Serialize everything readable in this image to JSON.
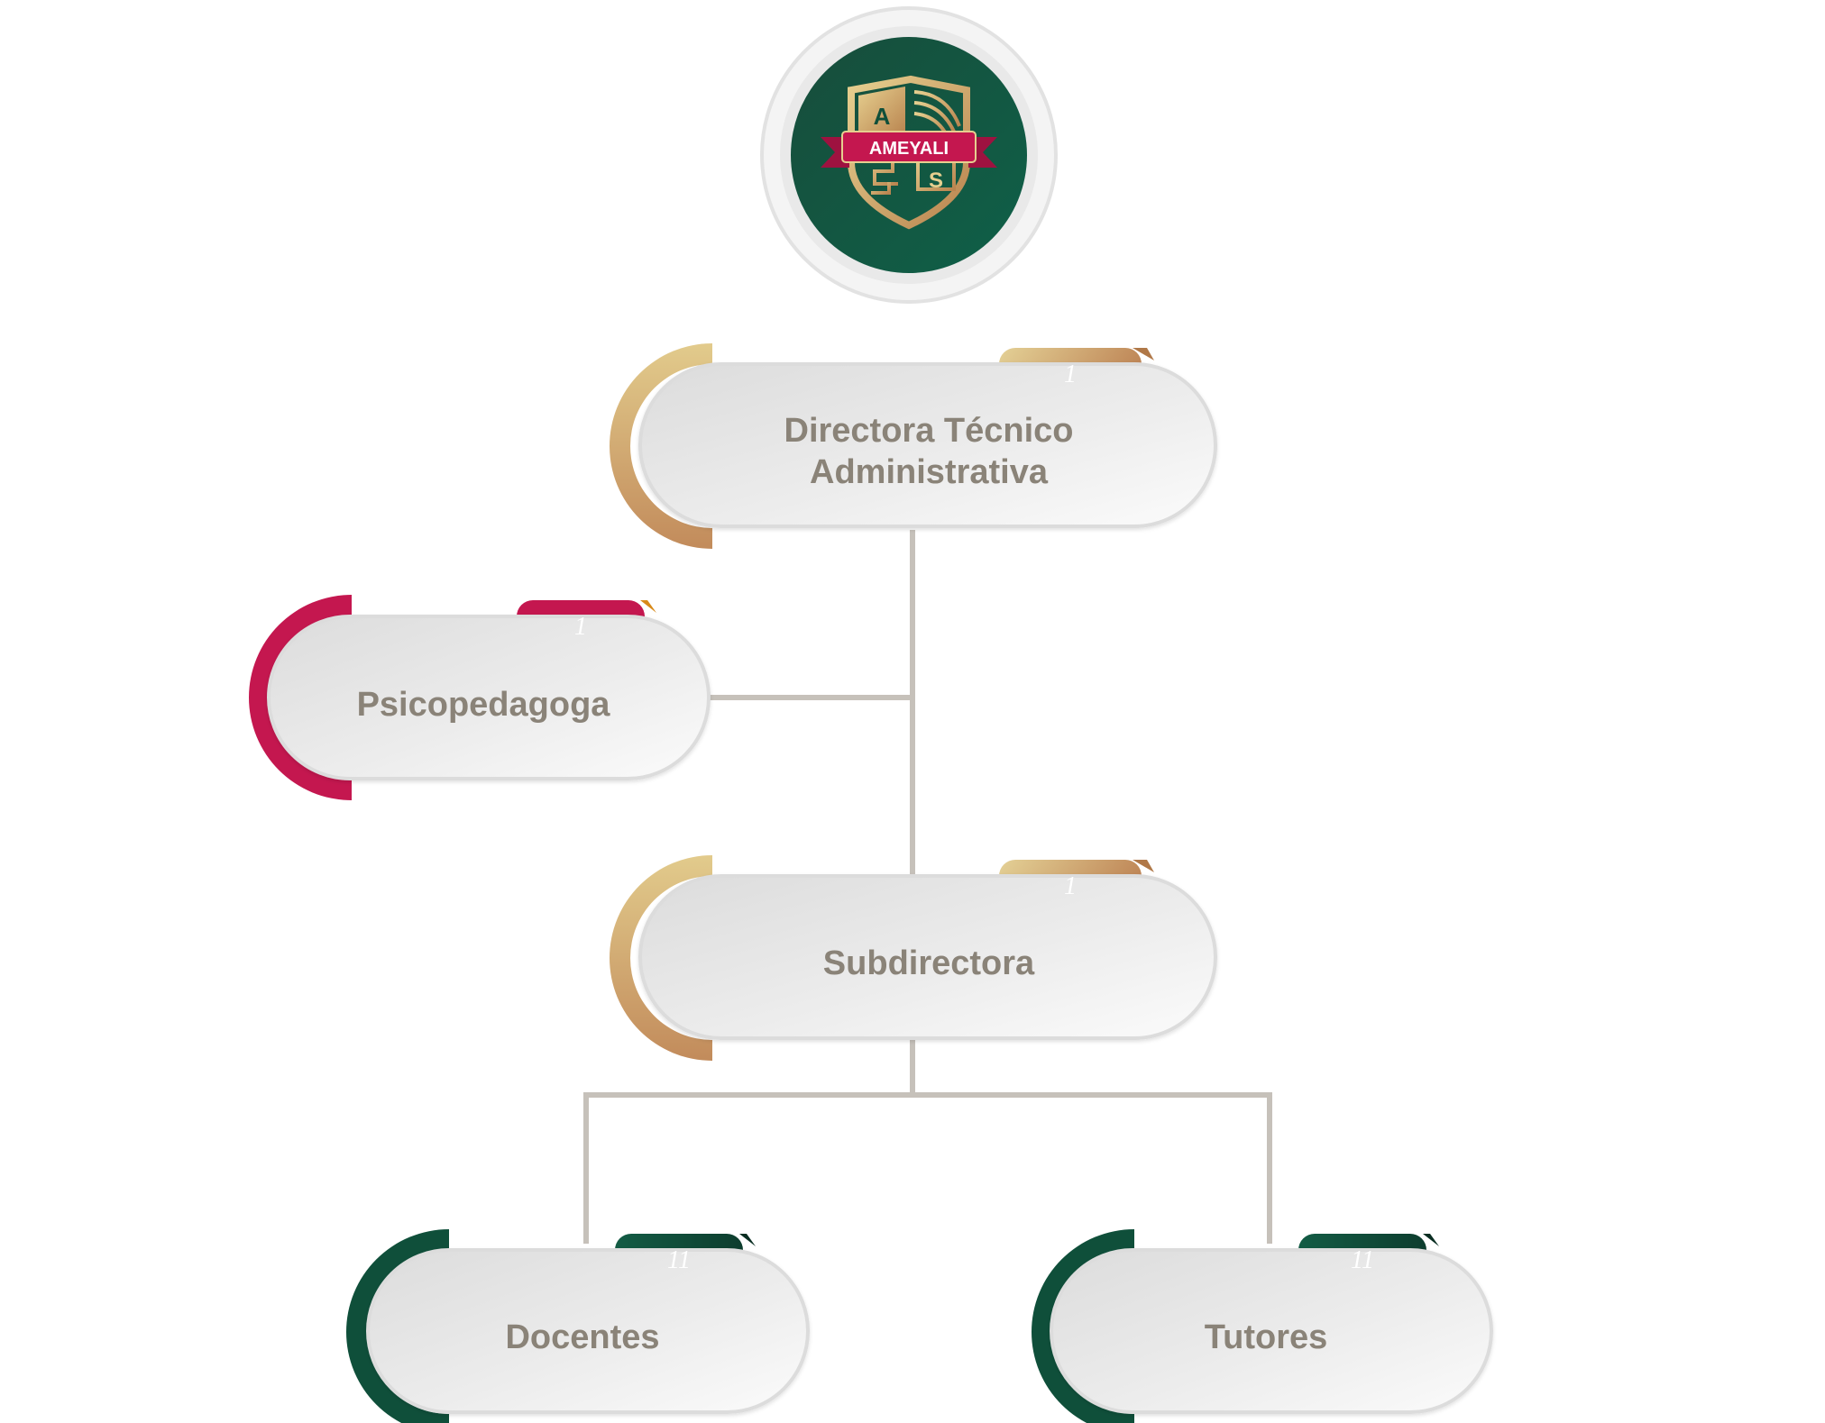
{
  "logo": {
    "name": "AMEYALI",
    "letters": [
      "A",
      "S"
    ]
  },
  "nodes": {
    "directora": {
      "title_lines": [
        "Directora Técnico",
        "Administrativa"
      ],
      "count": "1",
      "accent": "gold"
    },
    "psicopedagoga": {
      "title_lines": [
        "Psicopedagoga"
      ],
      "count": "1",
      "accent": "crimson"
    },
    "subdirectora": {
      "title_lines": [
        "Subdirectora"
      ],
      "count": "1",
      "accent": "gold"
    },
    "docentes": {
      "title_lines": [
        "Docentes"
      ],
      "count": "11",
      "accent": "green"
    },
    "tutores": {
      "title_lines": [
        "Tutores"
      ],
      "count": "11",
      "accent": "green"
    }
  },
  "colors": {
    "gold_light": "#e2cb8c",
    "gold_dark": "#c08a5a",
    "crimson": "#c4174f",
    "green_dark": "#0f4f3a",
    "green_mid": "#135c45",
    "connector": "#c6c1ba",
    "label": "#8a8378",
    "pill": "#e6e6e6"
  }
}
